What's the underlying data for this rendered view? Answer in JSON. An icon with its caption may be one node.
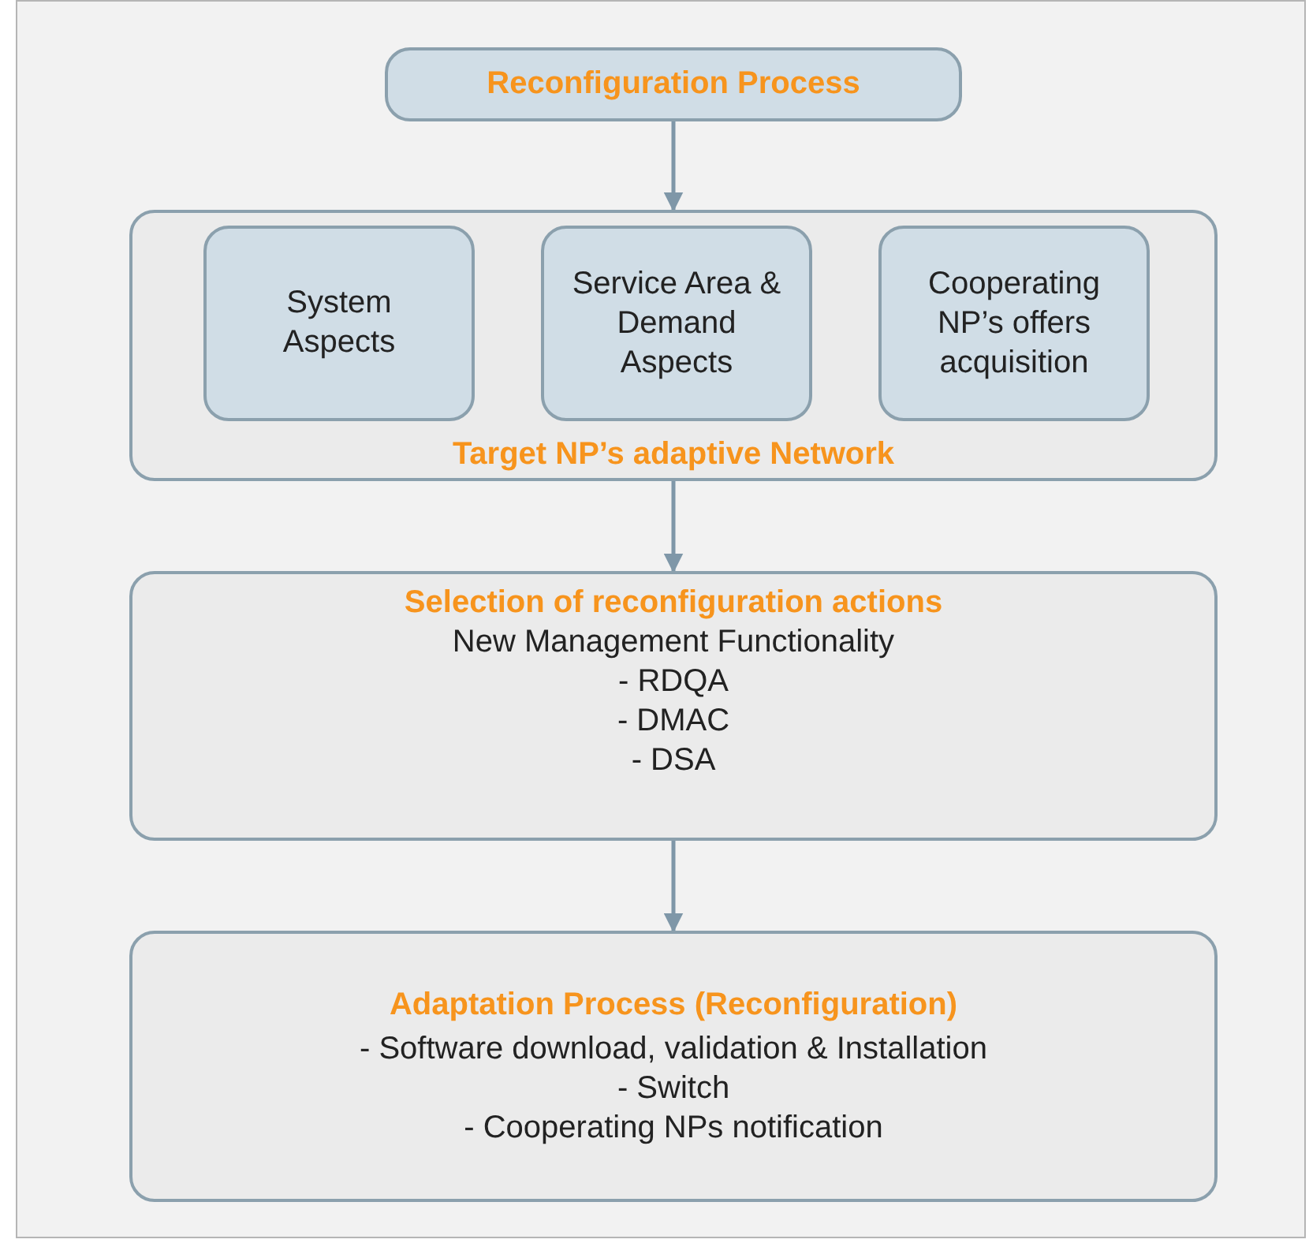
{
  "diagram": {
    "nodes": [
      {
        "text": [
          "Reconfiguration Process"
        ]
      },
      {
        "text": [
          "Target NP’s adaptive Network"
        ]
      },
      {
        "text": [
          "System Aspects"
        ],
        "in": 1
      },
      {
        "text": [
          "Service Area & Demand Aspects"
        ],
        "in": 1
      },
      {
        "text": [
          "Cooperating NP’s offers acquisition"
        ],
        "in": 1
      },
      {
        "text": [
          "Selection of reconfiguration actions",
          "New Management Functionality",
          "- RDQA",
          "- DMAC",
          "- DSA"
        ]
      },
      {
        "text": [
          "Adaptation Process (Reconfiguration)",
          "- Software download, validation & Installation",
          "- Switch",
          "- Cooperating NPs notification"
        ]
      }
    ],
    "edges": [
      {
        "from": 0,
        "to": 1,
        "arrow": "to"
      },
      {
        "from": 1,
        "to": 5,
        "arrow": "to"
      },
      {
        "from": 5,
        "to": 6,
        "arrow": "to"
      }
    ]
  }
}
